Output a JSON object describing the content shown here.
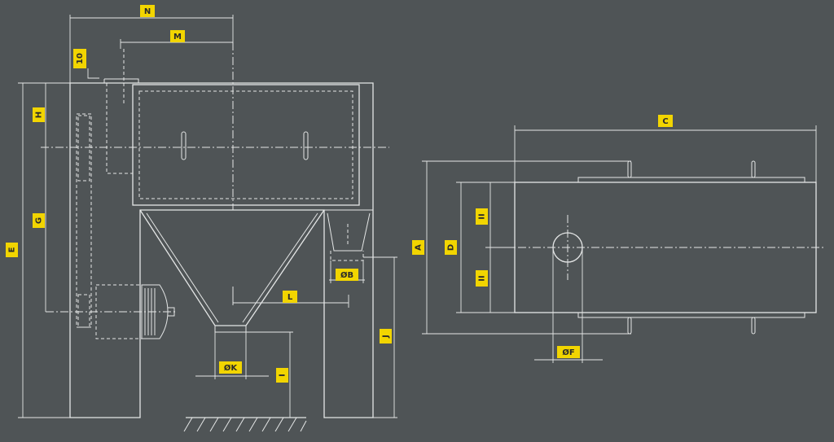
{
  "colors": {
    "background": "#4f5456",
    "line": "#e4e6e6",
    "label_fill": "#f2d500",
    "label_text": "#2a2a2a"
  },
  "labels": {
    "N": "N",
    "M": "M",
    "ten": "10",
    "H": "H",
    "G": "G",
    "E": "E",
    "B": "ØB",
    "L": "L",
    "J": "J",
    "K": "ØK",
    "I": "I",
    "C": "C",
    "A": "A",
    "D": "D",
    "II_top": "II",
    "II_bottom": "II",
    "F": "ØF"
  }
}
